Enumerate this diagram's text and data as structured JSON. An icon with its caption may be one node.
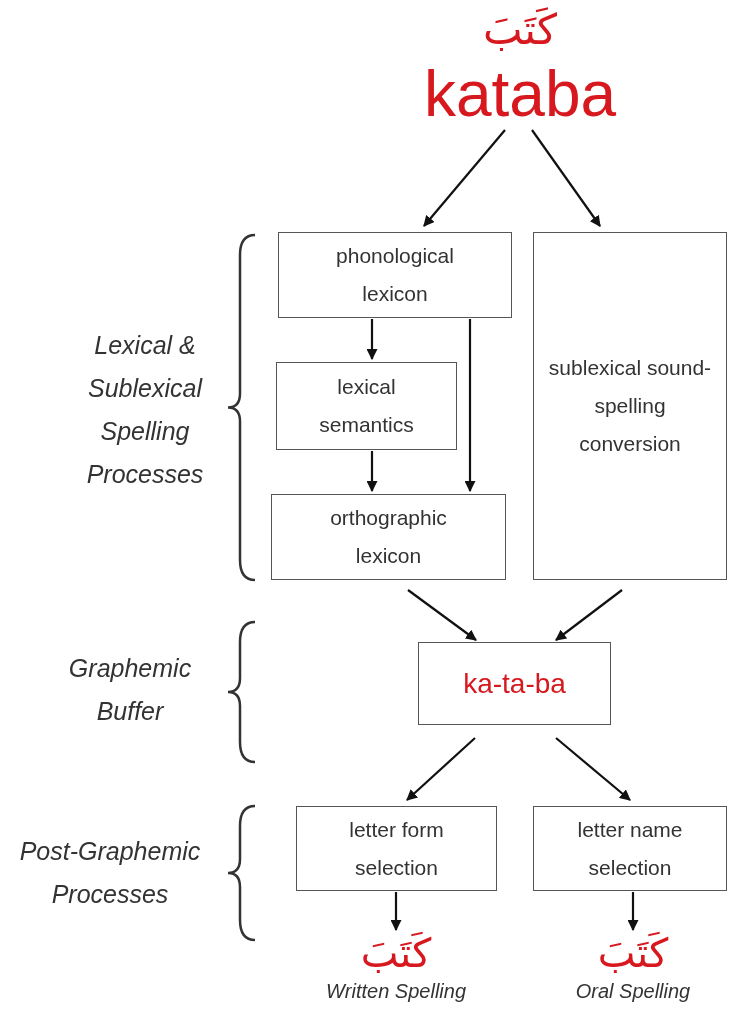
{
  "diagram": {
    "nodes": [
      {
        "text": [
          "كَتَبَ",
          "kataba"
        ]
      },
      {
        "text": [
          "phonological lexicon"
        ]
      },
      {
        "text": [
          "lexical semantics"
        ]
      },
      {
        "text": [
          "orthographic lexicon"
        ]
      },
      {
        "text": [
          "sublexical sound-spelling conversion"
        ]
      },
      {
        "text": [
          "ka-ta-ba"
        ]
      },
      {
        "text": [
          "letter form selection"
        ]
      },
      {
        "text": [
          "letter name selection"
        ]
      },
      {
        "text": [
          "كَتَبَ",
          "Written Spelling"
        ]
      },
      {
        "text": [
          "كَتَبَ",
          "Oral Spelling"
        ]
      }
    ],
    "edges": [
      {
        "from": 0,
        "to": 1,
        "arrow": "to"
      },
      {
        "from": 0,
        "to": 4,
        "arrow": "to"
      },
      {
        "from": 1,
        "to": 2,
        "arrow": "to"
      },
      {
        "from": 1,
        "to": 3,
        "arrow": "to"
      },
      {
        "from": 2,
        "to": 3,
        "arrow": "to"
      },
      {
        "from": 3,
        "to": 5,
        "arrow": "to"
      },
      {
        "from": 4,
        "to": 5,
        "arrow": "to"
      },
      {
        "from": 5,
        "to": 6,
        "arrow": "to"
      },
      {
        "from": 5,
        "to": 7,
        "arrow": "to"
      },
      {
        "from": 6,
        "to": 8,
        "arrow": "to"
      },
      {
        "from": 7,
        "to": 9,
        "arrow": "to"
      }
    ],
    "labels": [
      "Lexical & Sublexical Spelling Processes",
      "Graphemic Buffer",
      "Post-Graphemic Processes"
    ]
  }
}
